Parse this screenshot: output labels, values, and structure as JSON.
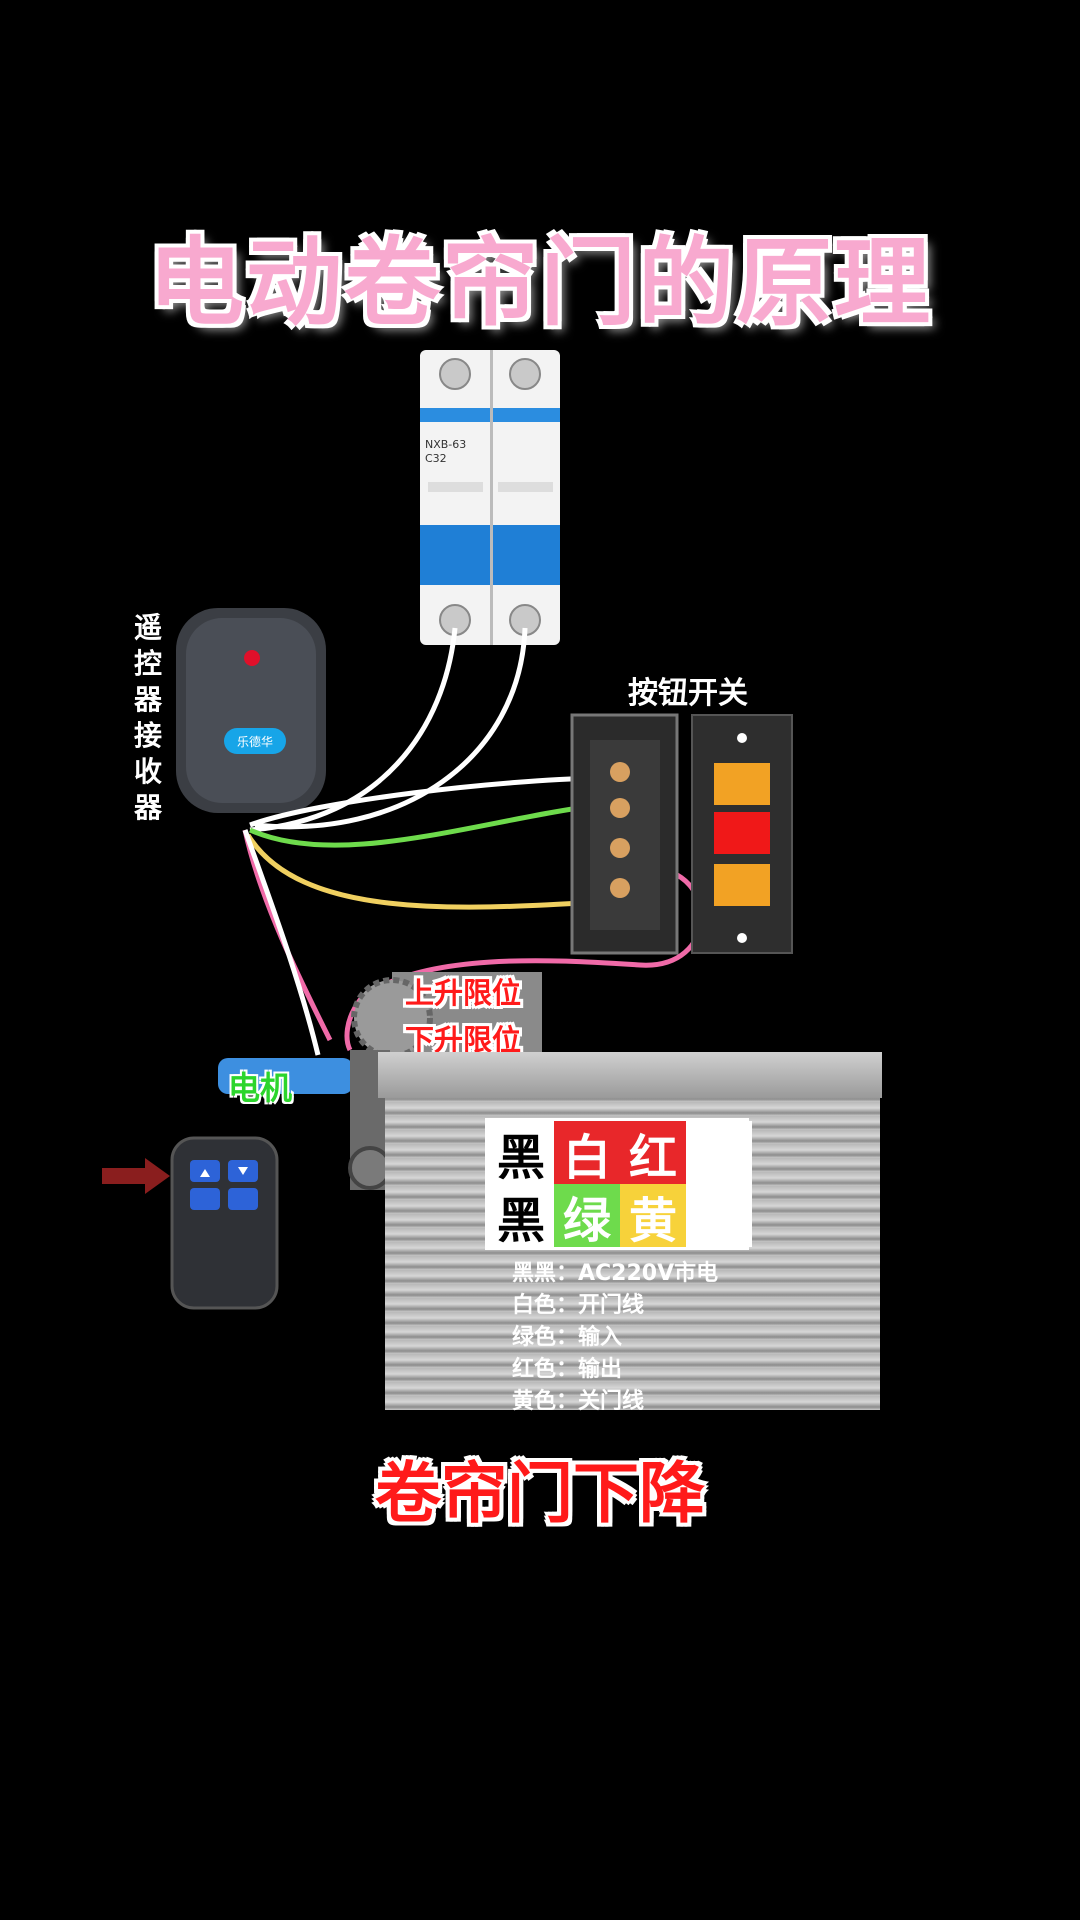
{
  "title": "电动卷帘门的原理",
  "breaker": {
    "model": "NXB-63",
    "rating": "C32"
  },
  "receiver": {
    "label": "遥控器接收器",
    "brand": "乐德华"
  },
  "push_switch": {
    "label": "按钮开关"
  },
  "limits": {
    "up": "上升限位",
    "down": "下升限位"
  },
  "motor": {
    "label": "电机"
  },
  "legend": {
    "row1": [
      {
        "text": "黑",
        "bg": "#ffffff",
        "fg": "#000000"
      },
      {
        "text": "白",
        "bg": "#e8272a",
        "fg": "#ffffff"
      },
      {
        "text": "红",
        "bg": "#e8272a",
        "fg": "#ffffff"
      },
      {
        "text": "",
        "bg": "#ffffff",
        "fg": "#000000"
      }
    ],
    "row2": [
      {
        "text": "黑",
        "bg": "#ffffff",
        "fg": "#000000"
      },
      {
        "text": "绿",
        "bg": "#6edb4c",
        "fg": "#ffffff"
      },
      {
        "text": "黄",
        "bg": "#f7d23a",
        "fg": "#ffffff"
      },
      {
        "text": "",
        "bg": "#ffffff",
        "fg": "#000000"
      }
    ],
    "notes": [
      "黑黑：AC220V市电",
      "白色：开门线",
      "绿色：输入",
      "红色：输出",
      "黄色：关门线"
    ]
  },
  "caption": "卷帘门下降",
  "colors": {
    "title_pink": "#f8a9cf",
    "wire_green": "#6edb4c",
    "wire_yellow": "#f0d060",
    "wire_pink": "#f06aa8",
    "wire_white": "#ffffff"
  }
}
